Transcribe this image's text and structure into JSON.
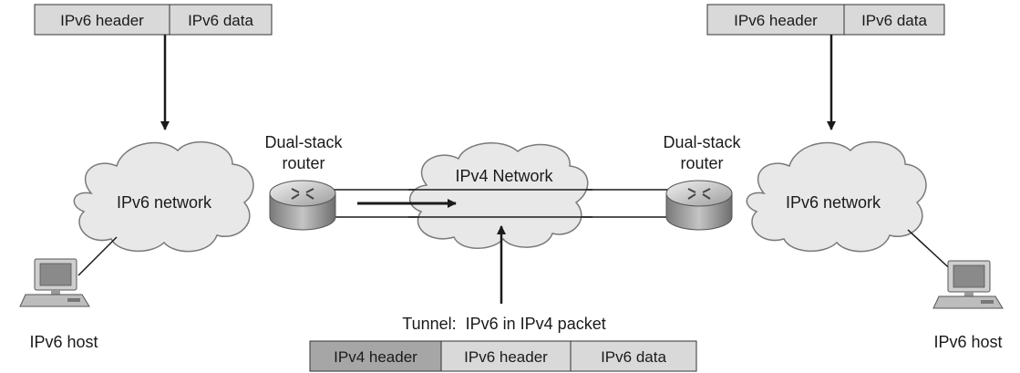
{
  "left_packet": {
    "header": "IPv6 header",
    "data": "IPv6 data"
  },
  "right_packet": {
    "header": "IPv6 header",
    "data": "IPv6 data"
  },
  "left_network": {
    "label": "IPv6 network"
  },
  "right_network": {
    "label": "IPv6 network"
  },
  "ipv4_network": {
    "label": "IPv4 Network"
  },
  "left_router": {
    "label_line1": "Dual-stack",
    "label_line2": "router"
  },
  "right_router": {
    "label_line1": "Dual-stack",
    "label_line2": "router"
  },
  "left_host": {
    "label": "IPv6 host"
  },
  "right_host": {
    "label": "IPv6 host"
  },
  "tunnel": {
    "label": "Tunnel:  IPv6 in IPv4 packet"
  },
  "tunnel_packet": {
    "ipv4_header": "IPv4 header",
    "ipv6_header": "IPv6 header",
    "data": "IPv6 data"
  },
  "colors": {
    "packet_fill": "#d9d9d9",
    "ipv4_header_fill": "#a6a6a6",
    "cloud_fill": "#e8e8e8"
  }
}
